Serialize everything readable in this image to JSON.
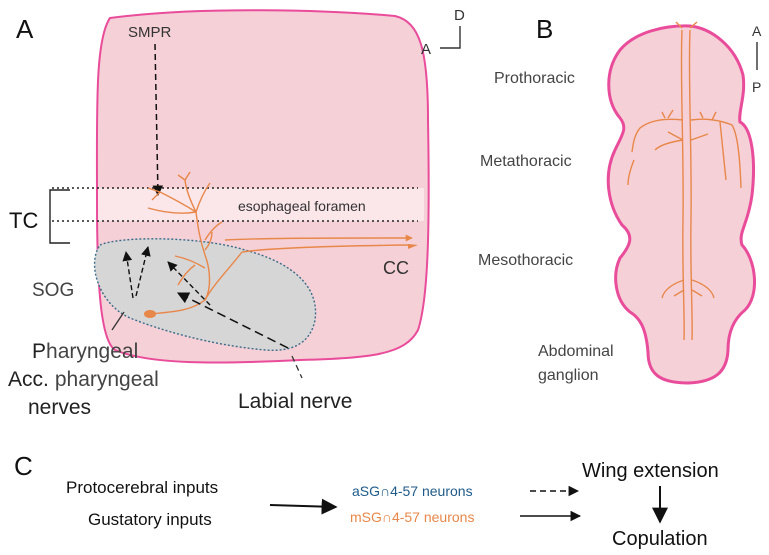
{
  "panels": {
    "a": "A",
    "b": "B",
    "c": "C"
  },
  "panel_a": {
    "orientation": {
      "up": "D",
      "side": "A"
    },
    "smpr": "SMPR",
    "tc": "TC",
    "sog": "SOG",
    "esophageal_foramen": "esophageal foramen",
    "cc": "CC",
    "pharyngeal_line1_p": "P",
    "pharyngeal_line1_rest": "haryngeal",
    "pharyngeal_line2_acc": "Acc.",
    "pharyngeal_line2_rest": "pharyngeal",
    "nerves": "nerves",
    "labial_nerve": "Labial nerve"
  },
  "panel_b": {
    "orientation": {
      "top": "A",
      "bottom": "P"
    },
    "prothoracic": "Prothoracic",
    "metathoracic": "Metathoracic",
    "mesothoracic": "Mesothoracic",
    "abdominal_line1": "Abdominal",
    "abdominal_line2": "ganglion"
  },
  "panel_c": {
    "protocerebral_inputs": "Protocerebral inputs",
    "gustatory_inputs": "Gustatory inputs",
    "asg_neurons": "aSG∩4-57 neurons",
    "msg_neurons": "mSG∩4-57 neurons",
    "wing_extension": "Wing extension",
    "copulation": "Copulation"
  },
  "colors": {
    "tissue_fill": "#f5d0d6",
    "tissue_outline": "#e94c9a",
    "sog_fill": "#d6d6d6",
    "neuron": "#e8874a",
    "asg_text": "#1f5a8a",
    "msg_text": "#e8874a",
    "label_text": "#444444"
  }
}
